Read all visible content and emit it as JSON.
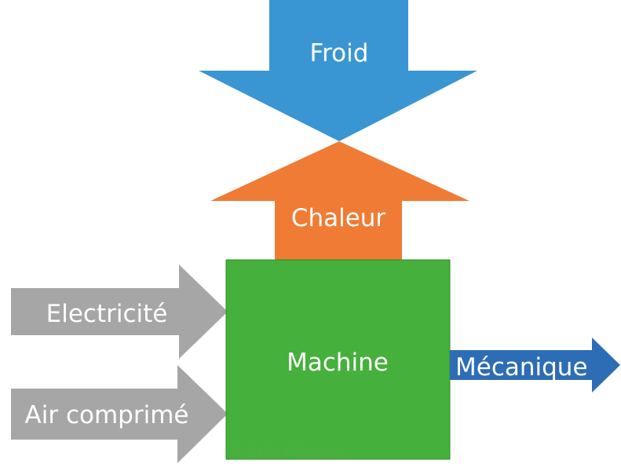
{
  "diagram": {
    "nodes": {
      "cold": {
        "label": "Froid",
        "color": "#3a96d3"
      },
      "heat": {
        "label": "Chaleur",
        "color": "#f07b34"
      },
      "machine": {
        "label": "Machine",
        "color": "#45b03c"
      },
      "electricity": {
        "label": "Electricité",
        "color": "#a6a6a6"
      },
      "air": {
        "label": "Air comprimé",
        "color": "#a6a6a6"
      },
      "mechanical": {
        "label": "Mécanique",
        "color": "#2d6db5"
      }
    },
    "watermark": "© Richard Peugnier"
  }
}
